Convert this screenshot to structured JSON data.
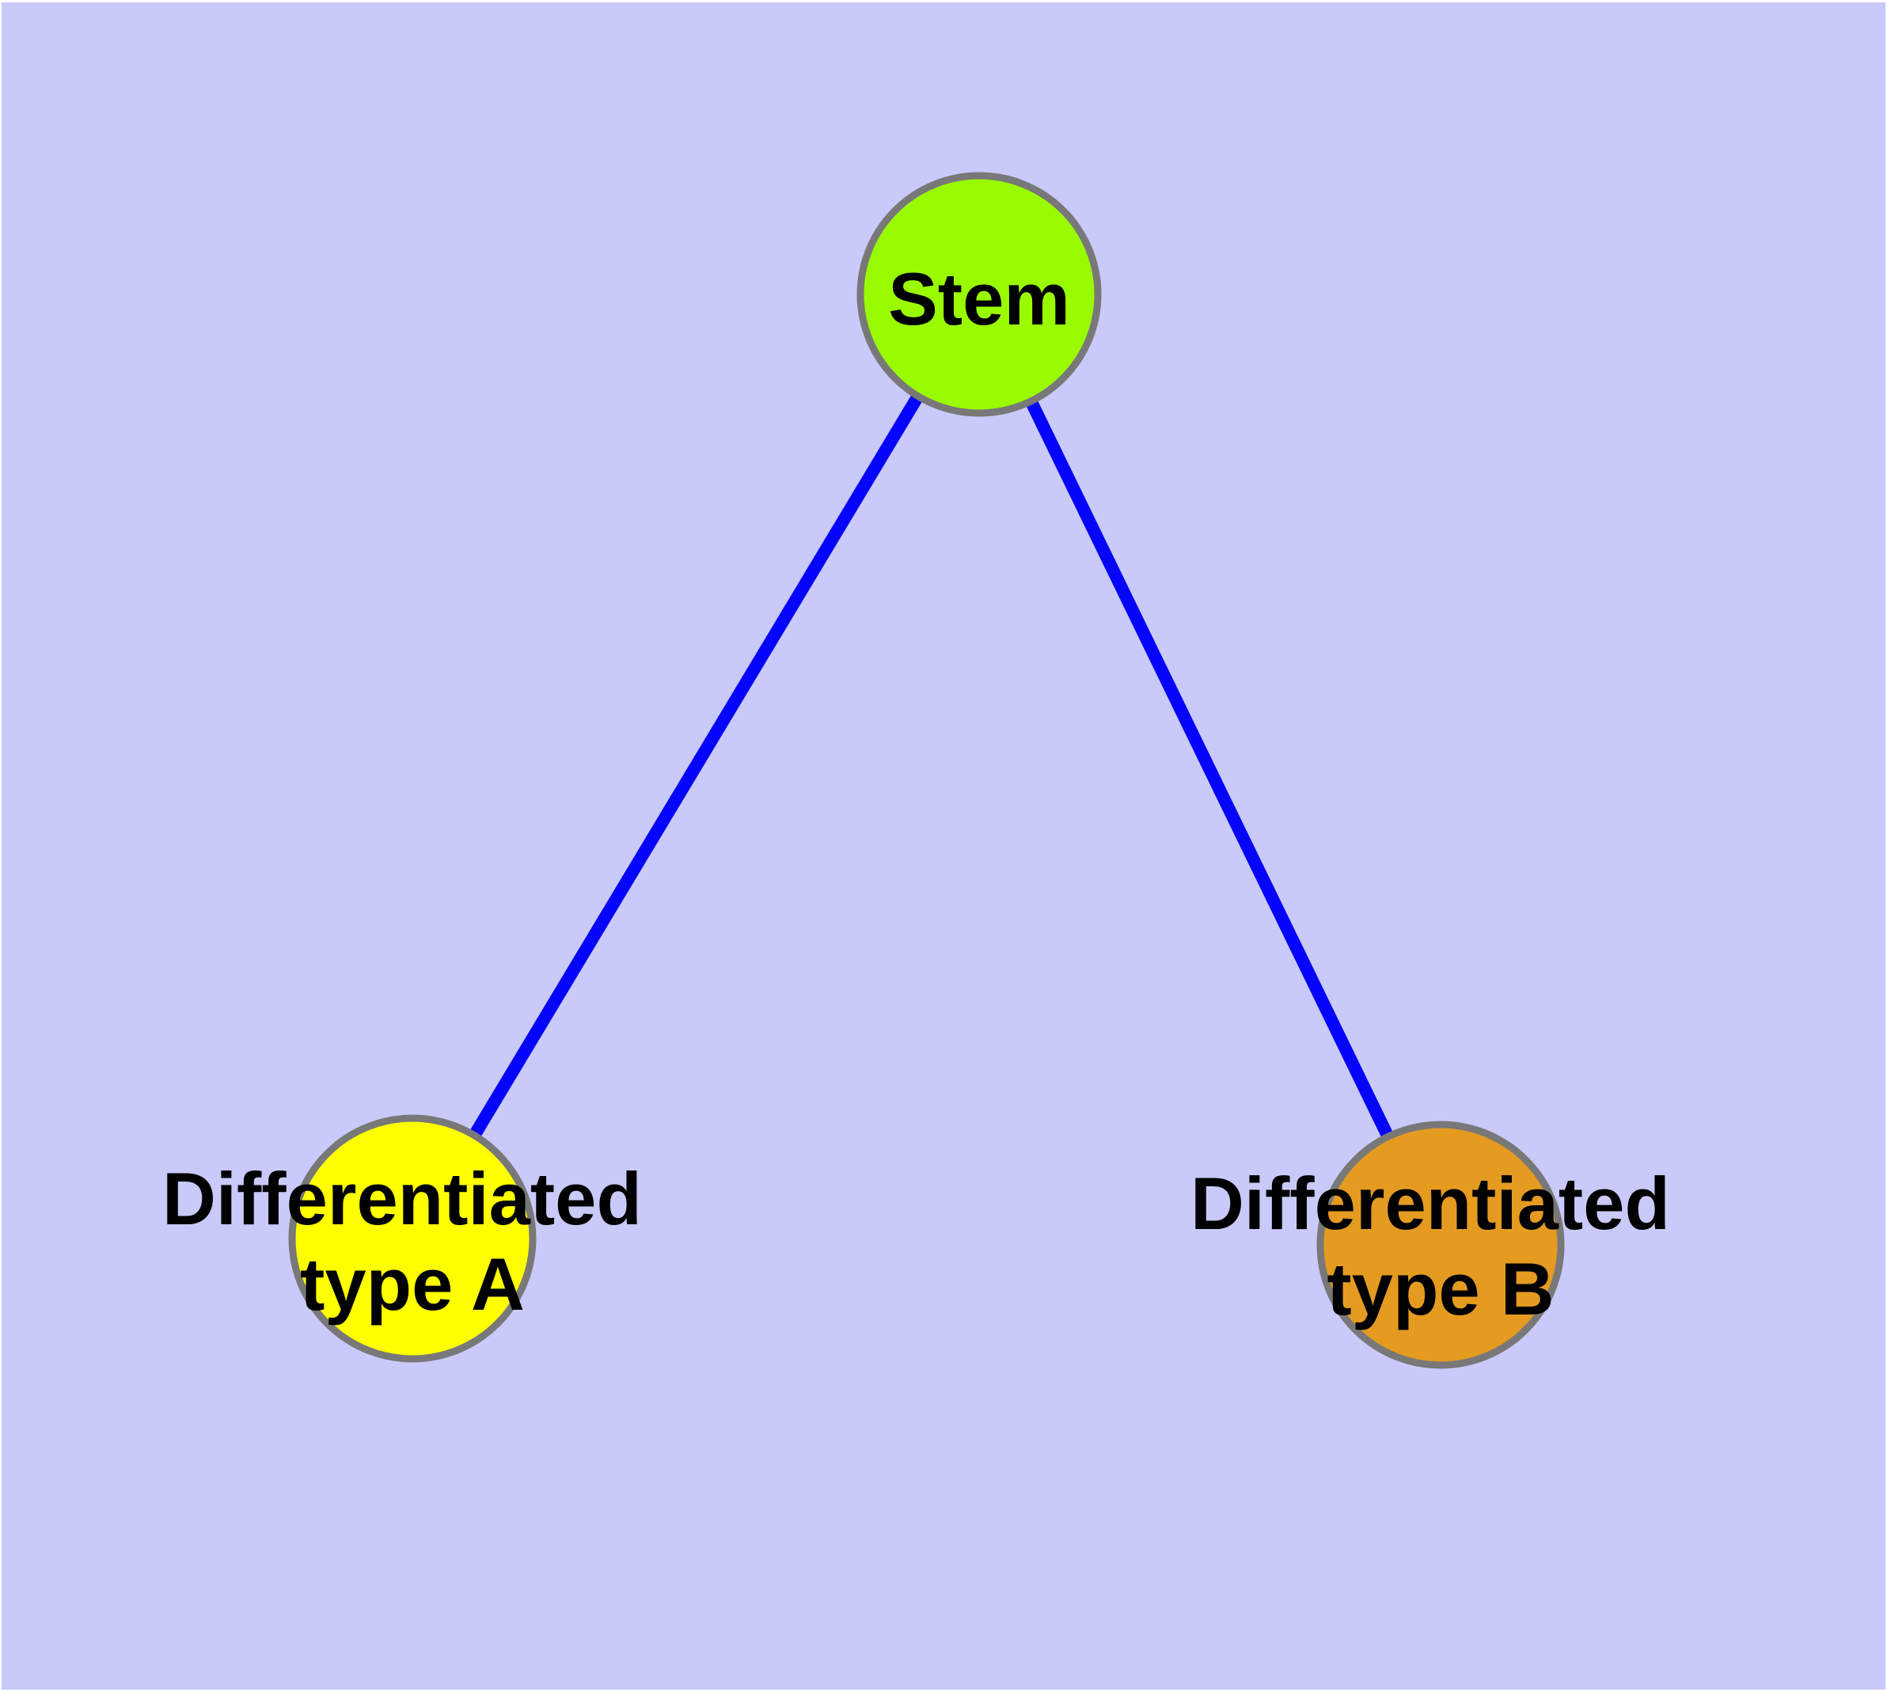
{
  "diagram": {
    "type": "graph",
    "description": "Stem cell differentiation tree: one stem node branching to two differentiated cell type nodes"
  },
  "colors": {
    "background": "#C9CAF9",
    "page_margin": "#FFFFFF",
    "edge": "#0404FC",
    "node_border": "#787878",
    "label_text": "#000000",
    "stem_fill": "#9AFB00",
    "type_a_fill": "#FFFF00",
    "type_b_fill": "#E49B20"
  },
  "nodes": {
    "stem": {
      "label": "Stem",
      "color": "#9AFB00"
    },
    "type_a": {
      "label": "Differentiated type A",
      "line1": "Differentiated",
      "line2": "type A",
      "color": "#FFFF00"
    },
    "type_b": {
      "label": "Differentiated type B",
      "line1": "Differentiated",
      "line2": "type B",
      "color": "#E49B20"
    }
  },
  "edges": [
    {
      "from": "Stem",
      "to": "Differentiated type A"
    },
    {
      "from": "Stem",
      "to": "Differentiated type B"
    }
  ]
}
